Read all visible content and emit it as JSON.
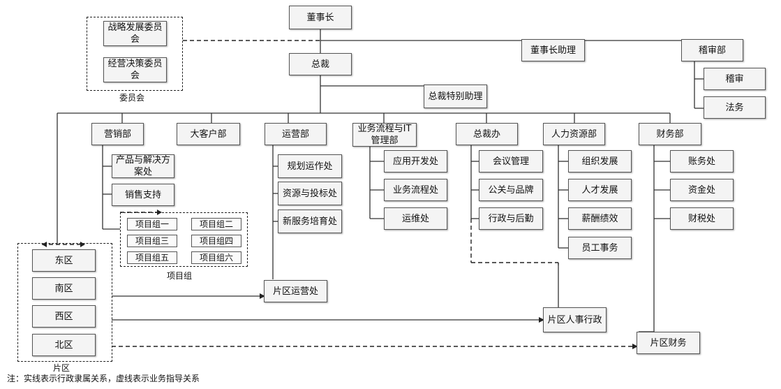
{
  "chairman": "董事长",
  "chairman_assistant": "董事长助理",
  "audit_dept": "稽审部",
  "audit": "稽审",
  "legal": "法务",
  "ceo": "总裁",
  "ceo_assistant": "总裁特别助理",
  "committees": {
    "label": "委员会",
    "strategy": "战略发展委员会",
    "operation": "经营决策委员会"
  },
  "departments": {
    "marketing": "营销部",
    "key_accounts": "大客户部",
    "operations": "运营部",
    "process_it": "业务流程与IT管理部",
    "president_office": "总裁办",
    "hr": "人力资源部",
    "finance": "财务部"
  },
  "marketing_sub": [
    "产品与解决方案处",
    "销售支持"
  ],
  "project_groups": {
    "label": "项目组",
    "items": [
      "项目组一",
      "项目组二",
      "项目组三",
      "项目组四",
      "项目组五",
      "项目组六"
    ]
  },
  "operations_sub": [
    "规划运作处",
    "资源与投标处",
    "新服务培育处"
  ],
  "process_it_sub": [
    "应用开发处",
    "业务流程处",
    "运维处"
  ],
  "president_office_sub": [
    "会议管理",
    "公关与品牌",
    "行政与后勤"
  ],
  "hr_sub": [
    "组织发展",
    "人才发展",
    "薪酬绩效",
    "员工事务"
  ],
  "finance_sub": [
    "账务处",
    "资金处",
    "财税处"
  ],
  "regions": {
    "label": "片区",
    "items": [
      "东区",
      "南区",
      "西区",
      "北区"
    ]
  },
  "region_ops": "片区运营处",
  "region_hr": "片区人事行政",
  "region_finance": "片区财务",
  "note": "注：实线表示行政隶属关系，虚线表示业务指导关系"
}
